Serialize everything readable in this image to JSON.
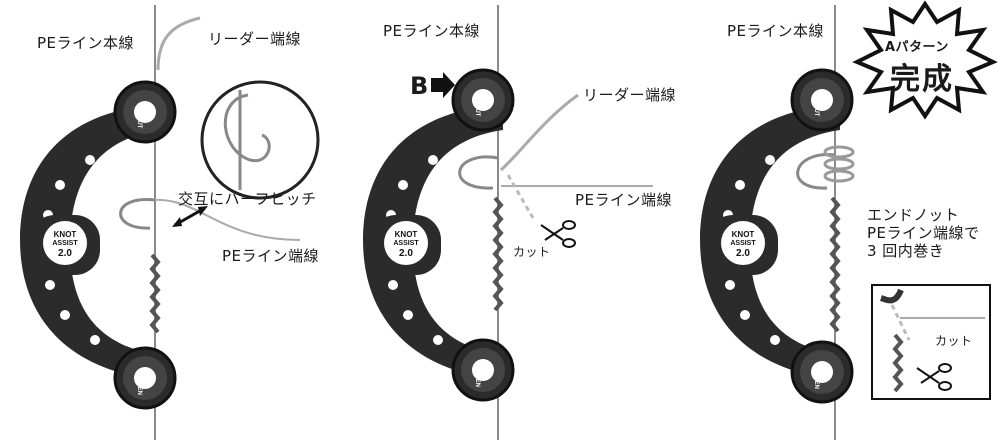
{
  "panels": [
    {
      "labels": {
        "main_line": "PEライン本線",
        "leader_end": "リーダー端線",
        "alternate_hitch": "交互にハーフヒッチ",
        "pe_end": "PEライン端線"
      }
    },
    {
      "labels": {
        "b_marker": "B",
        "main_line": "PEライン本線",
        "leader_end": "リーダー端線",
        "pe_end": "PEライン端線",
        "cut": "カット"
      }
    },
    {
      "labels": {
        "main_line": "PEライン本線",
        "complete_line1": "Aパターン",
        "complete_line2": "完成",
        "endnote_line1": "エンドノット",
        "endnote_line2": "PEライン端線で",
        "endnote_line3": "3 回内巻き",
        "cut": "カット"
      }
    }
  ],
  "device": {
    "shut": "SHUT",
    "open": "OPEN",
    "knot": "KNOT",
    "assist": "ASSIST",
    "model": "2.0"
  },
  "colors": {
    "device_body": "#2b2b2b",
    "line_gray": "#9a9a9a",
    "text": "#1a1a1a"
  }
}
